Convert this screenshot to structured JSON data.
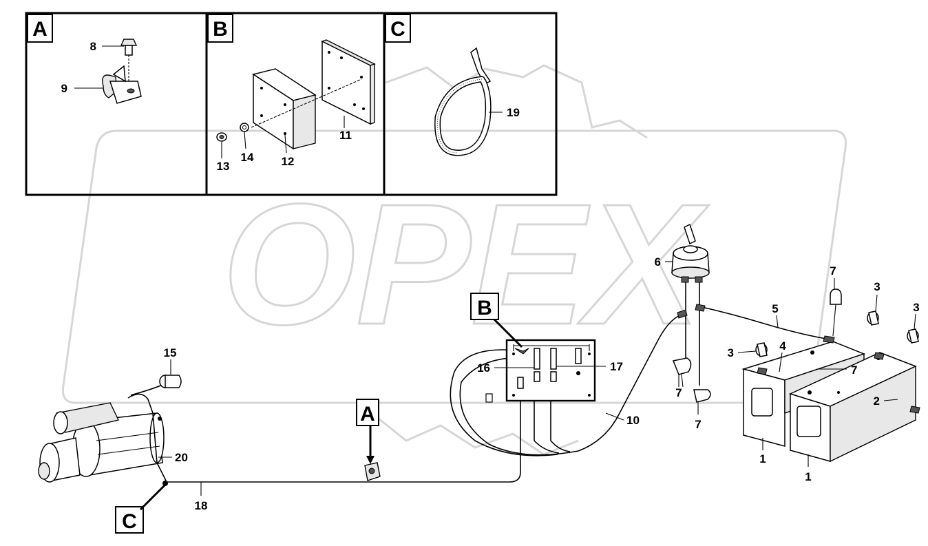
{
  "watermark": {
    "text": "OPEX"
  },
  "corner_mark": "",
  "detail_views": [
    {
      "id": "detail-a",
      "tag": "A"
    },
    {
      "id": "detail-b",
      "tag": "B"
    },
    {
      "id": "detail-c",
      "tag": "C"
    }
  ],
  "reference_tags": {
    "a": "A",
    "b": "B",
    "c": "C"
  },
  "callouts": {
    "c1a": "1",
    "c1b": "1",
    "c2": "2",
    "c3a": "3",
    "c3b": "3",
    "c3c": "3",
    "c4": "4",
    "c5": "5",
    "c6": "6",
    "c7a": "7",
    "c7b": "7",
    "c7c": "7",
    "c7d": "7",
    "c8": "8",
    "c9": "9",
    "c10": "10",
    "c11": "11",
    "c12": "12",
    "c13": "13",
    "c14": "14",
    "c15": "15",
    "c16": "16",
    "c17": "17",
    "c18": "18",
    "c19": "19",
    "c20": "20"
  }
}
